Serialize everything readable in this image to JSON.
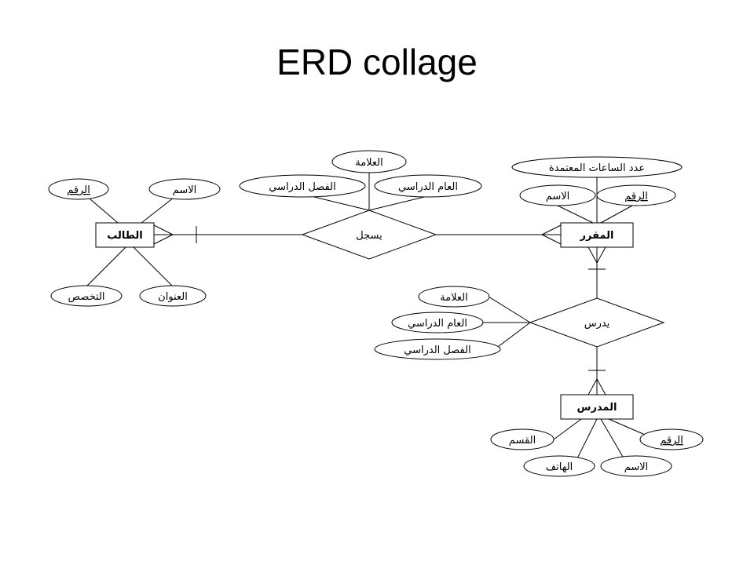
{
  "title": "ERD collage",
  "entities": {
    "student": "الطالب",
    "course": "المقرر",
    "teacher": "المدرس"
  },
  "relationships": {
    "enrolls": "يسجل",
    "teaches": "يدرس"
  },
  "attributes": {
    "student_id": "الرقم",
    "student_name": "الاسم",
    "student_major": "التخصص",
    "student_address": "العنوان",
    "enroll_grade": "العلامة",
    "enroll_semester": "الفصل الدراسي",
    "enroll_year": "العام الدراسي",
    "course_credit_hours": "عدد الساعات المعتمدة",
    "course_name": "الاسم",
    "course_id": "الرقم",
    "teach_grade": "العلامة",
    "teach_year": "العام الدراسي",
    "teach_semester": "الفصل الدراسي",
    "teacher_department": "القسم",
    "teacher_id": "الرقم",
    "teacher_phone": "الهاتف",
    "teacher_name": "الاسم"
  }
}
